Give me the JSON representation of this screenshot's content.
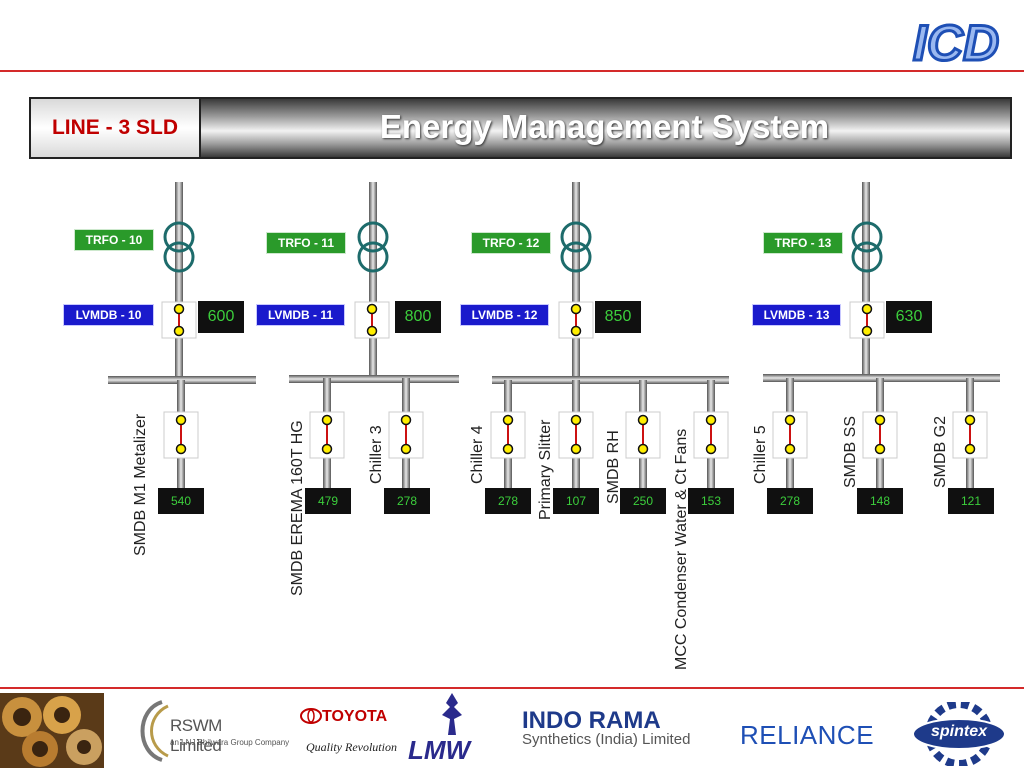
{
  "header": {
    "line_label": "LINE - 3 SLD",
    "title": "Energy Management System"
  },
  "branding": {
    "top_logo": "ICD"
  },
  "colors": {
    "accent_red": "#d42a2a",
    "trfo_green": "#2a9a2a",
    "lvmdb_blue": "#1a1acc",
    "readout_green": "#3ccf3c",
    "switch_yellow": "#ffee00",
    "switch_red": "#cc1111",
    "transformer_teal": "#1d6b6b"
  },
  "transformers": [
    {
      "trfo": "TRFO - 10",
      "lvmdb": "LVMDB - 10",
      "capacity": "600"
    },
    {
      "trfo": "TRFO - 11",
      "lvmdb": "LVMDB - 11",
      "capacity": "800"
    },
    {
      "trfo": "TRFO - 12",
      "lvmdb": "LVMDB - 12",
      "capacity": "850"
    },
    {
      "trfo": "TRFO - 13",
      "lvmdb": "LVMDB - 13",
      "capacity": "630"
    }
  ],
  "feeders": [
    {
      "name": "SMDB M1 Metalizer",
      "value": "540"
    },
    {
      "name": "SMDB EREMA 160T HG",
      "value": "479"
    },
    {
      "name": "Chiller 3",
      "value": "278"
    },
    {
      "name": "Chiller 4",
      "value": "278"
    },
    {
      "name": "Primary Slitter",
      "value": "107"
    },
    {
      "name": "SMDB RH",
      "value": "250"
    },
    {
      "name": "MCC Condenser Water & Ct Fans",
      "value": "153"
    },
    {
      "name": "Chiller 5",
      "value": "278"
    },
    {
      "name": "SMDB SS",
      "value": "148"
    },
    {
      "name": "SMDB G2",
      "value": "121"
    }
  ],
  "footer_logos": {
    "rswm": "RSWM Limited",
    "rswm_sub": "an LNJ Bhilwara Group Company",
    "toyota": "TOYOTA",
    "toyota_sub": "Quality Revolution",
    "lmw": "LMW",
    "indorama": "INDO RAMA",
    "indorama_sub": "Synthetics (India) Limited",
    "reliance": "RELIANCE",
    "spintex": "spintex"
  }
}
